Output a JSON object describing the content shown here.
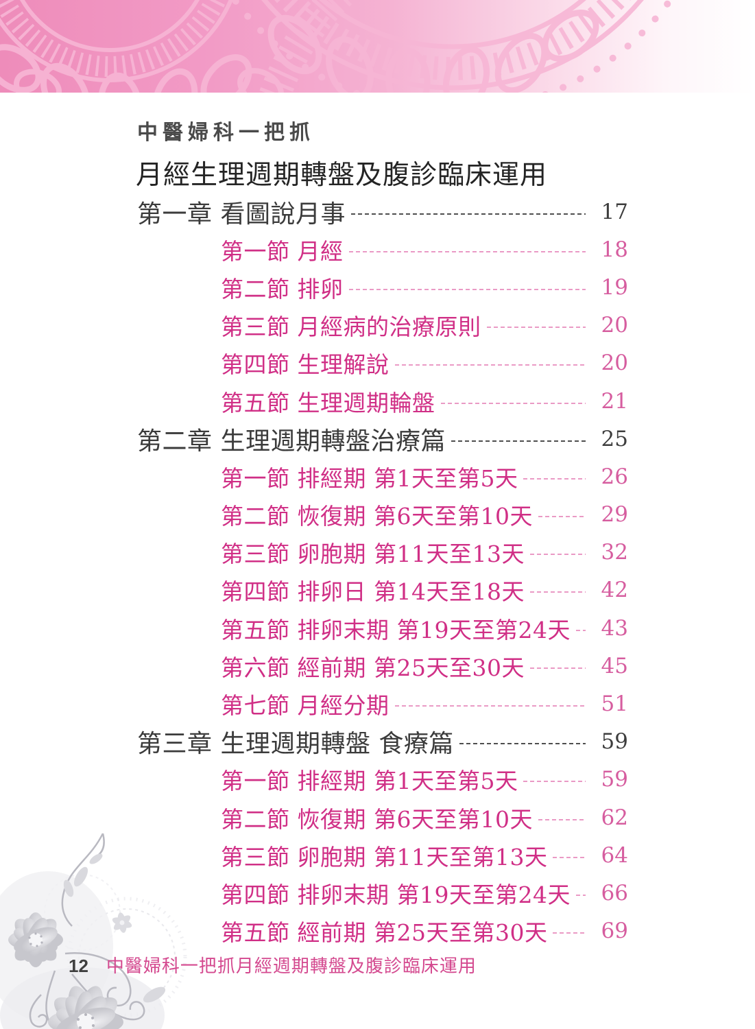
{
  "page": {
    "series_title": "中醫婦科一把抓",
    "book_title": "月經生理週期轉盤及腹診臨床運用"
  },
  "toc": {
    "entries": [
      {
        "level": "chapter",
        "label": "第一章 看圖說月事",
        "page": "17"
      },
      {
        "level": "section",
        "label": "第一節 月經",
        "page": "18"
      },
      {
        "level": "section",
        "label": "第二節 排卵",
        "page": "19"
      },
      {
        "level": "section",
        "label": "第三節 月經病的治療原則",
        "page": "20"
      },
      {
        "level": "section",
        "label": "第四節 生理解說",
        "page": "20"
      },
      {
        "level": "section",
        "label": "第五節 生理週期輪盤",
        "page": "21"
      },
      {
        "level": "chapter",
        "label": "第二章 生理週期轉盤治療篇",
        "page": "25"
      },
      {
        "level": "section",
        "label": "第一節 排經期 第1天至第5天",
        "page": "26"
      },
      {
        "level": "section",
        "label": "第二節 恢復期 第6天至第10天",
        "page": "29"
      },
      {
        "level": "section",
        "label": "第三節 卵胞期 第11天至13天",
        "page": "32"
      },
      {
        "level": "section",
        "label": "第四節 排卵日 第14天至18天",
        "page": "42"
      },
      {
        "level": "section",
        "label": "第五節 排卵末期 第19天至第24天",
        "page": "43"
      },
      {
        "level": "section",
        "label": "第六節 經前期 第25天至30天",
        "page": "45"
      },
      {
        "level": "section",
        "label": "第七節 月經分期",
        "page": "51"
      },
      {
        "level": "chapter",
        "label": "第三章 生理週期轉盤 食療篇",
        "page": "59"
      },
      {
        "level": "section",
        "label": "第一節 排經期 第1天至第5天",
        "page": "59"
      },
      {
        "level": "section",
        "label": "第二節 恢復期 第6天至第10天",
        "page": "62"
      },
      {
        "level": "section",
        "label": "第三節 卵胞期 第11天至第13天",
        "page": "64"
      },
      {
        "level": "section",
        "label": "第四節 排卵末期 第19天至第24天",
        "page": "66"
      },
      {
        "level": "section",
        "label": "第五節 經前期 第25天至第30天",
        "page": "69"
      }
    ]
  },
  "footer": {
    "page_number": "12",
    "running_title": "中醫婦科一把抓月經週期轉盤及腹診臨床運用"
  },
  "decor": {
    "header_pattern_icon": "lace-doily-pattern-icon",
    "footer_pattern_icon": "flower-swirl-icon"
  },
  "colors": {
    "header_band_pink": "#f29bc6",
    "lace_pink": "#f7b6d5",
    "chapter_text": "#3b3b3b",
    "section_text": "#d02f86",
    "section_page_number": "#d65d9f",
    "footer_title_pink": "#d4498f"
  }
}
